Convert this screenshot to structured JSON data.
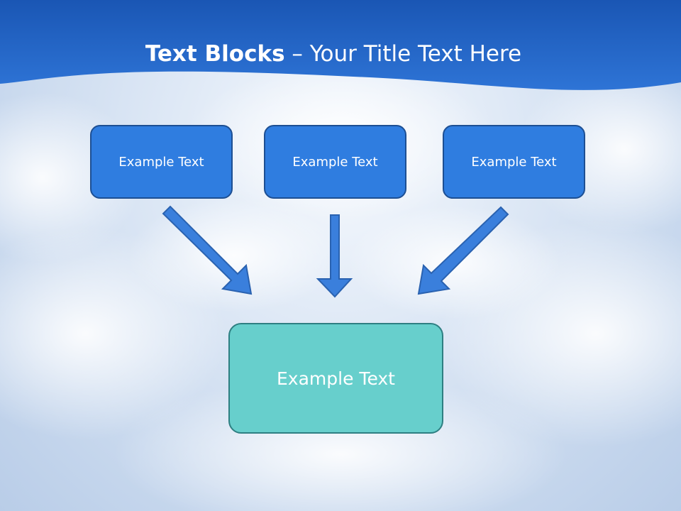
{
  "slide": {
    "title_bold": "Text Blocks",
    "title_dash": " – ",
    "title_rest": "Your Title Text Here",
    "colors": {
      "header": "#1f5fbf",
      "source_box": "#2f7de0",
      "target_box": "#67cfcc",
      "arrow": "#3a7fdc"
    },
    "source_boxes": [
      {
        "label": "Example Text"
      },
      {
        "label": "Example Text"
      },
      {
        "label": "Example Text"
      }
    ],
    "target_box": {
      "label": "Example Text"
    }
  }
}
